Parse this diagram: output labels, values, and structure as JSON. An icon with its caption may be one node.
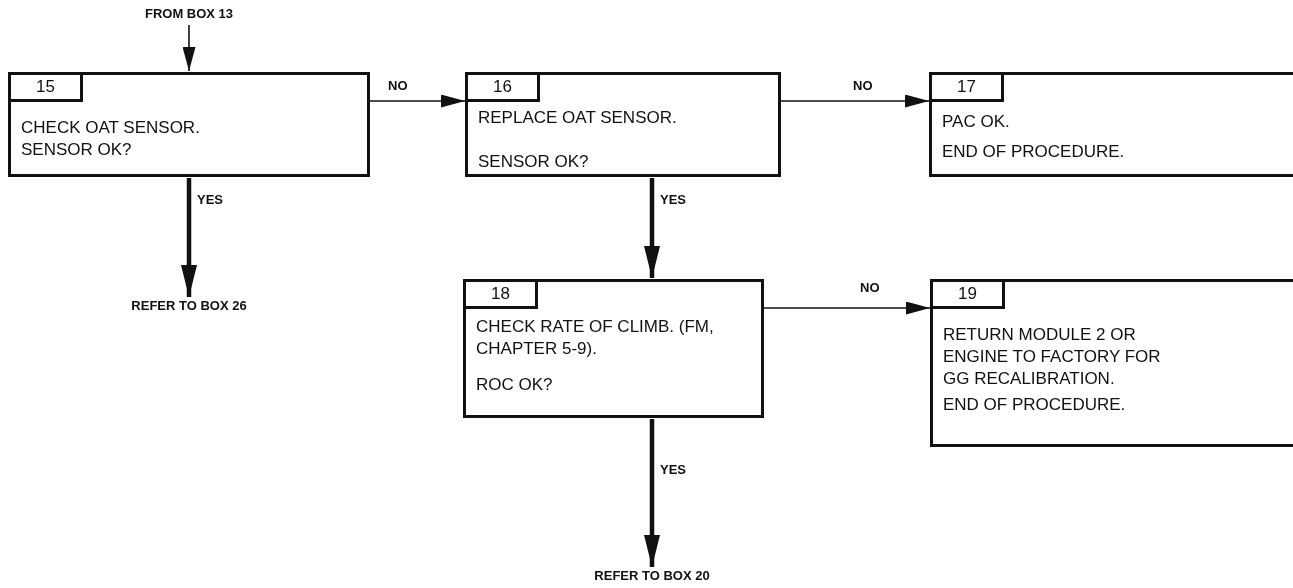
{
  "diagram": {
    "nodes": [
      {
        "text": [
          "FROM BOX 13"
        ]
      },
      {
        "text": [
          "15",
          "CHECK OAT SENSOR. SENSOR OK?"
        ]
      },
      {
        "text": [
          "16",
          "REPLACE OAT SENSOR.",
          "SENSOR OK?"
        ]
      },
      {
        "text": [
          "17",
          "PAC OK.",
          "END OF PROCEDURE."
        ]
      },
      {
        "text": [
          "REFER TO BOX 26"
        ]
      },
      {
        "text": [
          "18",
          "CHECK RATE OF CLIMB. (FM, CHAPTER 5-9).",
          "ROC OK?"
        ]
      },
      {
        "text": [
          "19",
          "RETURN MODULE 2 OR ENGINE TO FACTORY FOR GG RECALIBRATION.",
          "END OF PROCEDURE."
        ]
      },
      {
        "text": [
          "REFER TO BOX 20"
        ]
      }
    ],
    "edges": [
      {
        "from": 0,
        "to": 1,
        "arrow": "to"
      },
      {
        "from": 1,
        "to": 2,
        "arrow": "to",
        "label": "NO"
      },
      {
        "from": 2,
        "to": 3,
        "arrow": "to",
        "label": "NO"
      },
      {
        "from": 1,
        "to": 4,
        "arrow": "to",
        "label": "YES",
        "style": "thick"
      },
      {
        "from": 2,
        "to": 5,
        "arrow": "to",
        "label": "YES",
        "style": "thick"
      },
      {
        "from": 5,
        "to": 6,
        "arrow": "to",
        "label": "NO"
      },
      {
        "from": 5,
        "to": 7,
        "arrow": "to",
        "label": "YES",
        "style": "thick"
      }
    ]
  }
}
